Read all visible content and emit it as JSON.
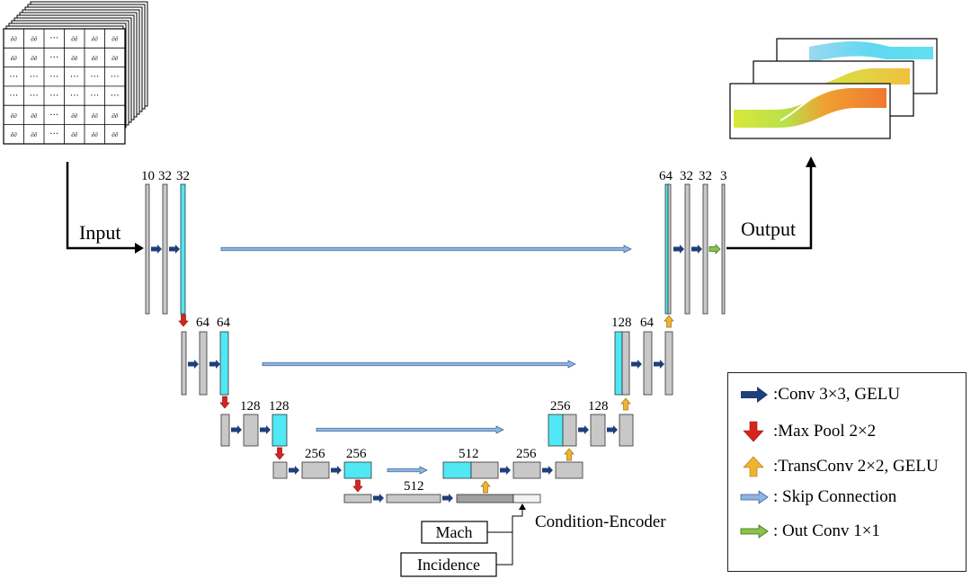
{
  "labels": {
    "input": "Input",
    "output": "Output",
    "condition_encoder": "Condition-Encoder",
    "mach": "Mach",
    "incidence": "Incidence"
  },
  "channels": {
    "enc1": [
      "10",
      "32",
      "32"
    ],
    "enc2": [
      "64",
      "64"
    ],
    "enc3": [
      "128",
      "128"
    ],
    "enc4": [
      "256",
      "256"
    ],
    "bottleneck": "512",
    "dec4": [
      "512",
      "256"
    ],
    "dec3": [
      "256",
      "128"
    ],
    "dec2": [
      "128",
      "64"
    ],
    "dec1": [
      "64",
      "32",
      "32",
      "3"
    ]
  },
  "input_grid": {
    "cell": "∂∂",
    "ellipsis": "···"
  },
  "legend": [
    {
      "icon": "conv-arrow-icon",
      "label": ":Conv 3×3, GELU",
      "color": "#1f3f7a"
    },
    {
      "icon": "maxpool-arrow-icon",
      "label": ":Max Pool 2×2",
      "color": "#d8241c"
    },
    {
      "icon": "transconv-arrow-icon",
      "label": ":TransConv 2×2, GELU",
      "color": "#f0b431"
    },
    {
      "icon": "skip-arrow-icon",
      "label": ": Skip Connection",
      "color": "#8fb4e3"
    },
    {
      "icon": "outconv-arrow-icon",
      "label": ": Out Conv 1×1",
      "color": "#8bc34a"
    }
  ],
  "colors": {
    "feature_gray": "#c8c8c8",
    "feature_cyan": "#4fe8f4",
    "feature_dark": "#a0a0a0",
    "conv": "#1f3f7a",
    "maxpool": "#d8241c",
    "transconv": "#f0b431",
    "skip": "#8fb4e3",
    "outconv": "#8bc34a"
  }
}
